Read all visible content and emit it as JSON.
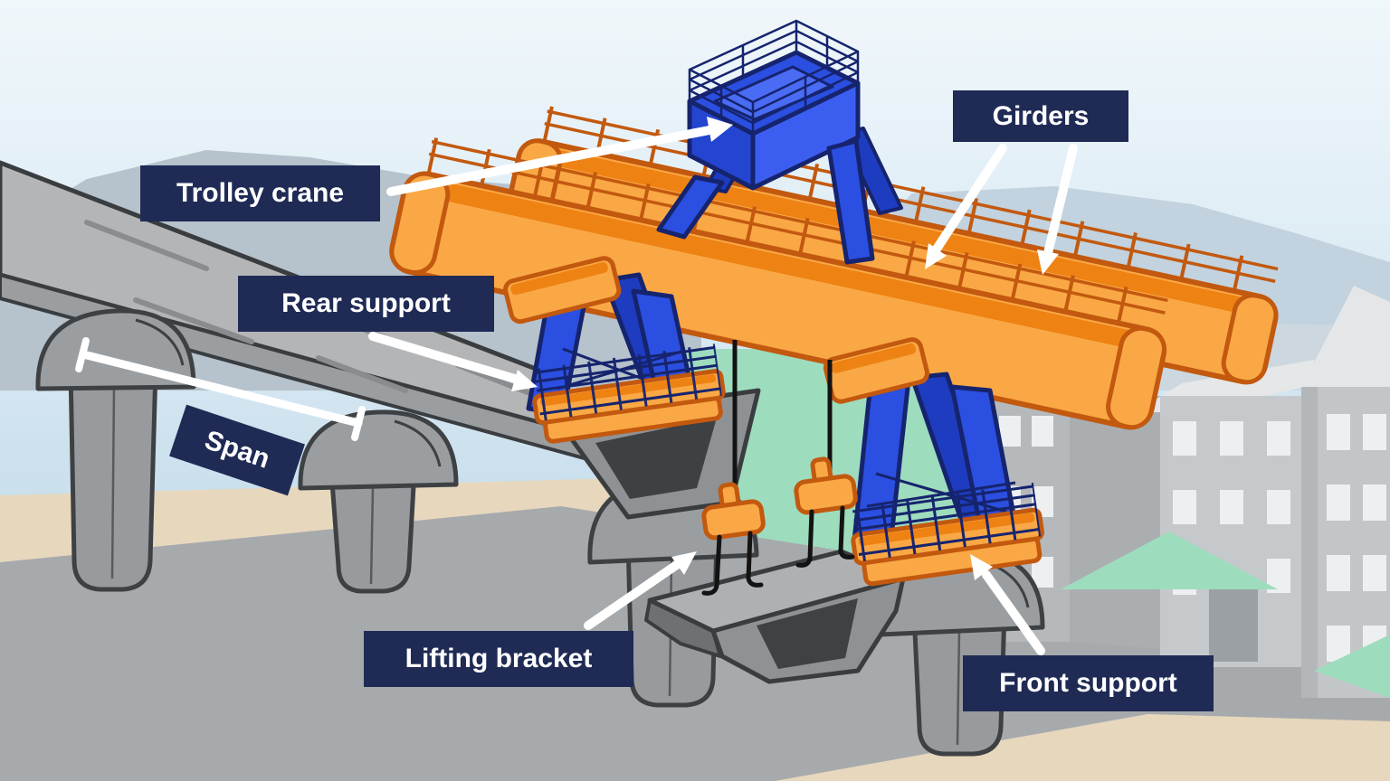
{
  "scene": {
    "description": "Illustrated diagram of a bridge launching gantry placing girder segments between piers",
    "labels": {
      "trolley_crane": "Trolley crane",
      "girders": "Girders",
      "rear_support": "Rear support",
      "span": "Span",
      "lifting_bracket": "Lifting bracket",
      "front_support": "Front support"
    },
    "colors": {
      "label_background": "#1f2b55",
      "label_text": "#ffffff",
      "machine_orange": "#f9a845",
      "machine_orange_shade": "#ee8213",
      "machine_orange_outline": "#c2590f",
      "machine_blue": "#2b4fe0",
      "machine_blue_dark": "#1e3cc0",
      "machine_blue_outline": "#16246e",
      "concrete_gray": "#9b9ea0",
      "concrete_outline": "#3a3d40",
      "grass_green": "#9edcbe",
      "sand_tan": "#e6d7bd",
      "road_gray": "#a7aaac",
      "sky_top": "#f0f7fb",
      "sky_bottom": "#c9dfec",
      "cable_black": "#131313",
      "arrow_white": "#ffffff"
    }
  }
}
